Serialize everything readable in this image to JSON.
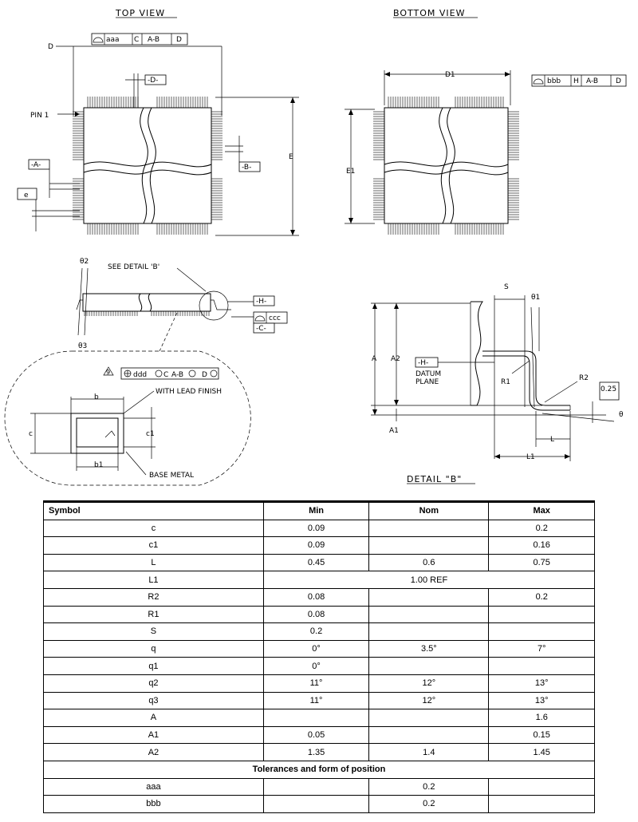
{
  "views": {
    "top": "TOP VIEW",
    "bottom": "BOTTOM VIEW",
    "detail": "DETAIL \"B\""
  },
  "labels": {
    "pin1": "PIN 1",
    "D": "D",
    "D1": "D1",
    "E": "E",
    "E1": "E1",
    "datumA": "-A-",
    "datumB": "-B-",
    "datumD": "-D-",
    "datumH": "-H-",
    "datumC": "-C-",
    "e": "e",
    "aaa": "aaa",
    "bbb": "bbb",
    "ccc": "ccc",
    "ddd": "ddd",
    "C": "C",
    "H": "H",
    "AminusB": "A-B",
    "Dd": "D",
    "theta2": "θ2",
    "theta3": "θ3",
    "theta1": "θ1",
    "theta": "θ",
    "seeDetail": "SEE DETAIL 'B'",
    "leadFinish": "WITH LEAD FINISH",
    "baseMetal": "BASE METAL",
    "b": "b",
    "b1": "b1",
    "c": "c",
    "c1": "c1",
    "nine": "9",
    "S": "S",
    "A": "A",
    "A1": "A1",
    "A2": "A2",
    "R1": "R1",
    "R2": "R2",
    "L": "L",
    "L1": "L1",
    "datumPlane1": "DATUM",
    "datumPlane2": "PLANE",
    "gauge": "0.25"
  },
  "table": {
    "headers": [
      "Symbol",
      "Min",
      "Nom",
      "Max"
    ],
    "rows": [
      [
        "c",
        "0.09",
        "",
        "0.2"
      ],
      [
        "c1",
        "0.09",
        "",
        "0.16"
      ],
      [
        "L",
        "0.45",
        "0.6",
        "0.75"
      ],
      [
        "R2",
        "0.08",
        "",
        "0.2"
      ],
      [
        "R1",
        "0.08",
        "",
        ""
      ],
      [
        "S",
        "0.2",
        "",
        ""
      ],
      [
        "q",
        "0°",
        "3.5°",
        "7°"
      ],
      [
        "q1",
        "0°",
        "",
        ""
      ],
      [
        "q2",
        "11°",
        "12°",
        "13°"
      ],
      [
        "q3",
        "11°",
        "12°",
        "13°"
      ],
      [
        "A",
        "",
        "",
        "1.6"
      ],
      [
        "A1",
        "0.05",
        "",
        "0.15"
      ],
      [
        "A2",
        "1.35",
        "1.4",
        "1.45"
      ]
    ],
    "l1": {
      "symbol": "L1",
      "value": "1.00 REF"
    },
    "section": "Tolerances and form of position",
    "tolerances": [
      [
        "aaa",
        "",
        "0.2",
        ""
      ],
      [
        "bbb",
        "",
        "0.2",
        ""
      ]
    ]
  }
}
